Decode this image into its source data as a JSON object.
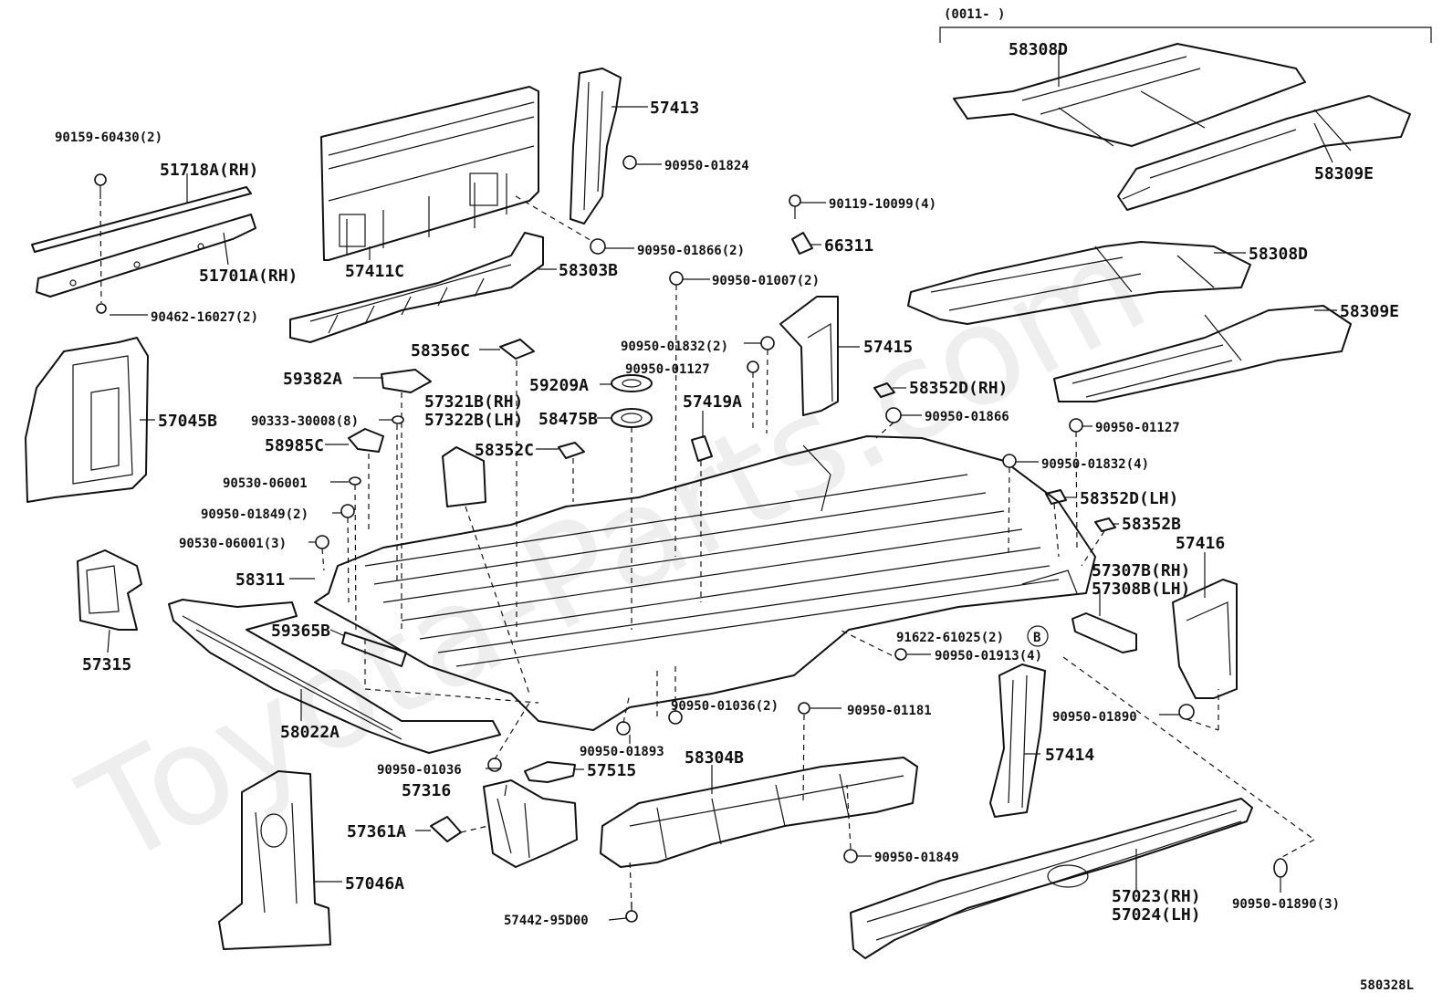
{
  "watermark": "Toyota-Parts.com",
  "date_code": "(0011-      )",
  "drawing_code": "580328L",
  "callout_marker": "B",
  "labels": {
    "l90159": "90159-60430(2)",
    "l51718": "51718A(RH)",
    "l51701": "51701A(RH)",
    "l90462": "90462-16027(2)",
    "l57045": "57045B",
    "l57411": "57411C",
    "l58303": "58303B",
    "l57413": "57413",
    "l90950_01824": "90950-01824",
    "l90950_01866_2": "90950-01866(2)",
    "l90119": "90119-10099(4)",
    "l66311": "66311",
    "l90950_01007": "90950-01007(2)",
    "l58356": "58356C",
    "l59382": "59382A",
    "l59209": "59209A",
    "l57321": "57321B(RH)",
    "l57322": "57322B(LH)",
    "l58475": "58475B",
    "l90333": "90333-30008(8)",
    "l58985": "58985C",
    "l58352c": "58352C",
    "l57419": "57419A",
    "l90950_01832_2": "90950-01832(2)",
    "l90950_01127a": "90950-01127",
    "l57415": "57415",
    "l58352d_rh": "58352D(RH)",
    "l90950_01866": "90950-01866",
    "l90530a": "90530-06001",
    "l90950_01849_2": "90950-01849(2)",
    "l90530b": "90530-06001(3)",
    "l58311": "58311",
    "l57315": "57315",
    "l59365": "59365B",
    "l58022": "58022A",
    "l58308d_top": "58308D",
    "l58309e_top": "58309E",
    "l58308d": "58308D",
    "l58309e": "58309E",
    "l90950_01127b": "90950-01127",
    "l90950_01832_4": "90950-01832(4)",
    "l58352d_lh": "58352D(LH)",
    "l58352b": "58352B",
    "l57416": "57416",
    "l57307": "57307B(RH)",
    "l57308": "57308B(LH)",
    "l91622": "91622-61025(2)",
    "l90950_01913": "90950-01913(4)",
    "l90950_01890": "90950-01890",
    "l57414": "57414",
    "l90950_01036_2": "90950-01036(2)",
    "l90950_01181": "90950-01181",
    "l90950_01893": "90950-01893",
    "l58304": "58304B",
    "l90950_01036": "90950-01036",
    "l57515": "57515",
    "l57316": "57316",
    "l57361": "57361A",
    "l57046": "57046A",
    "l57442": "57442-95D00",
    "l90950_01849": "90950-01849",
    "l57023": "57023(RH)",
    "l57024": "57024(LH)",
    "l90950_01890_3": "90950-01890(3)"
  }
}
